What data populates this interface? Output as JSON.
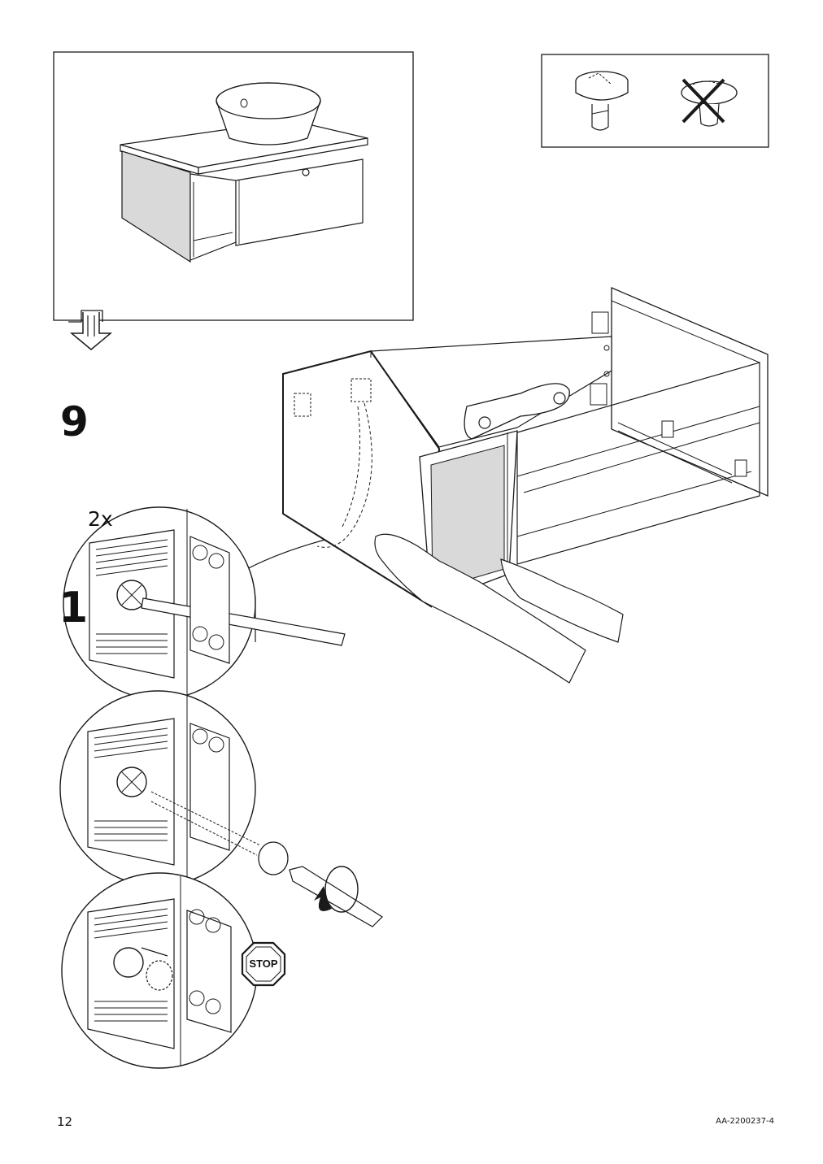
{
  "page": {
    "page_number": "12",
    "document_code": "AA-2200237-4"
  },
  "step": {
    "number": "9",
    "substep": "1",
    "quantity": "2x"
  },
  "icons": {
    "stop_sign_text": "STOP"
  },
  "colors": {
    "line": "#1a1a1a",
    "panel_shade": "#d9d9d9",
    "paper": "#ffffff"
  }
}
